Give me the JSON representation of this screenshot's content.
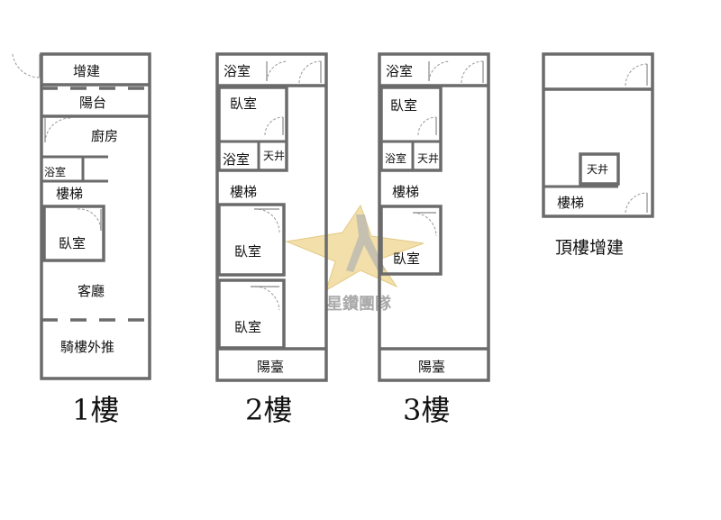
{
  "floor_1": {
    "label": "1樓",
    "rooms": {
      "extension": "增建",
      "balcony": "陽台",
      "kitchen": "廚房",
      "bathroom": "浴室",
      "stairs": "樓梯",
      "bedroom": "臥室",
      "living_room": "客廳",
      "arcade": "騎樓外推"
    }
  },
  "floor_2": {
    "label": "2樓",
    "rooms": {
      "bathroom_top": "浴室",
      "bedroom_1": "臥室",
      "bathroom_2": "浴室",
      "skylight": "天井",
      "stairs": "樓梯",
      "bedroom_2": "臥室",
      "bedroom_3": "臥室",
      "terrace": "陽臺"
    }
  },
  "floor_3": {
    "label": "3樓",
    "rooms": {
      "bathroom_top": "浴室",
      "bedroom_1": "臥室",
      "bathroom_2": "浴室",
      "skylight": "天井",
      "stairs": "樓梯",
      "bedroom_2": "臥室",
      "terrace": "陽臺"
    }
  },
  "rooftop": {
    "label": "頂樓增建",
    "rooms": {
      "skylight": "天井",
      "stairs": "樓梯"
    }
  },
  "watermark": {
    "text": "星鑽團隊",
    "accent": "#e8c36a"
  }
}
